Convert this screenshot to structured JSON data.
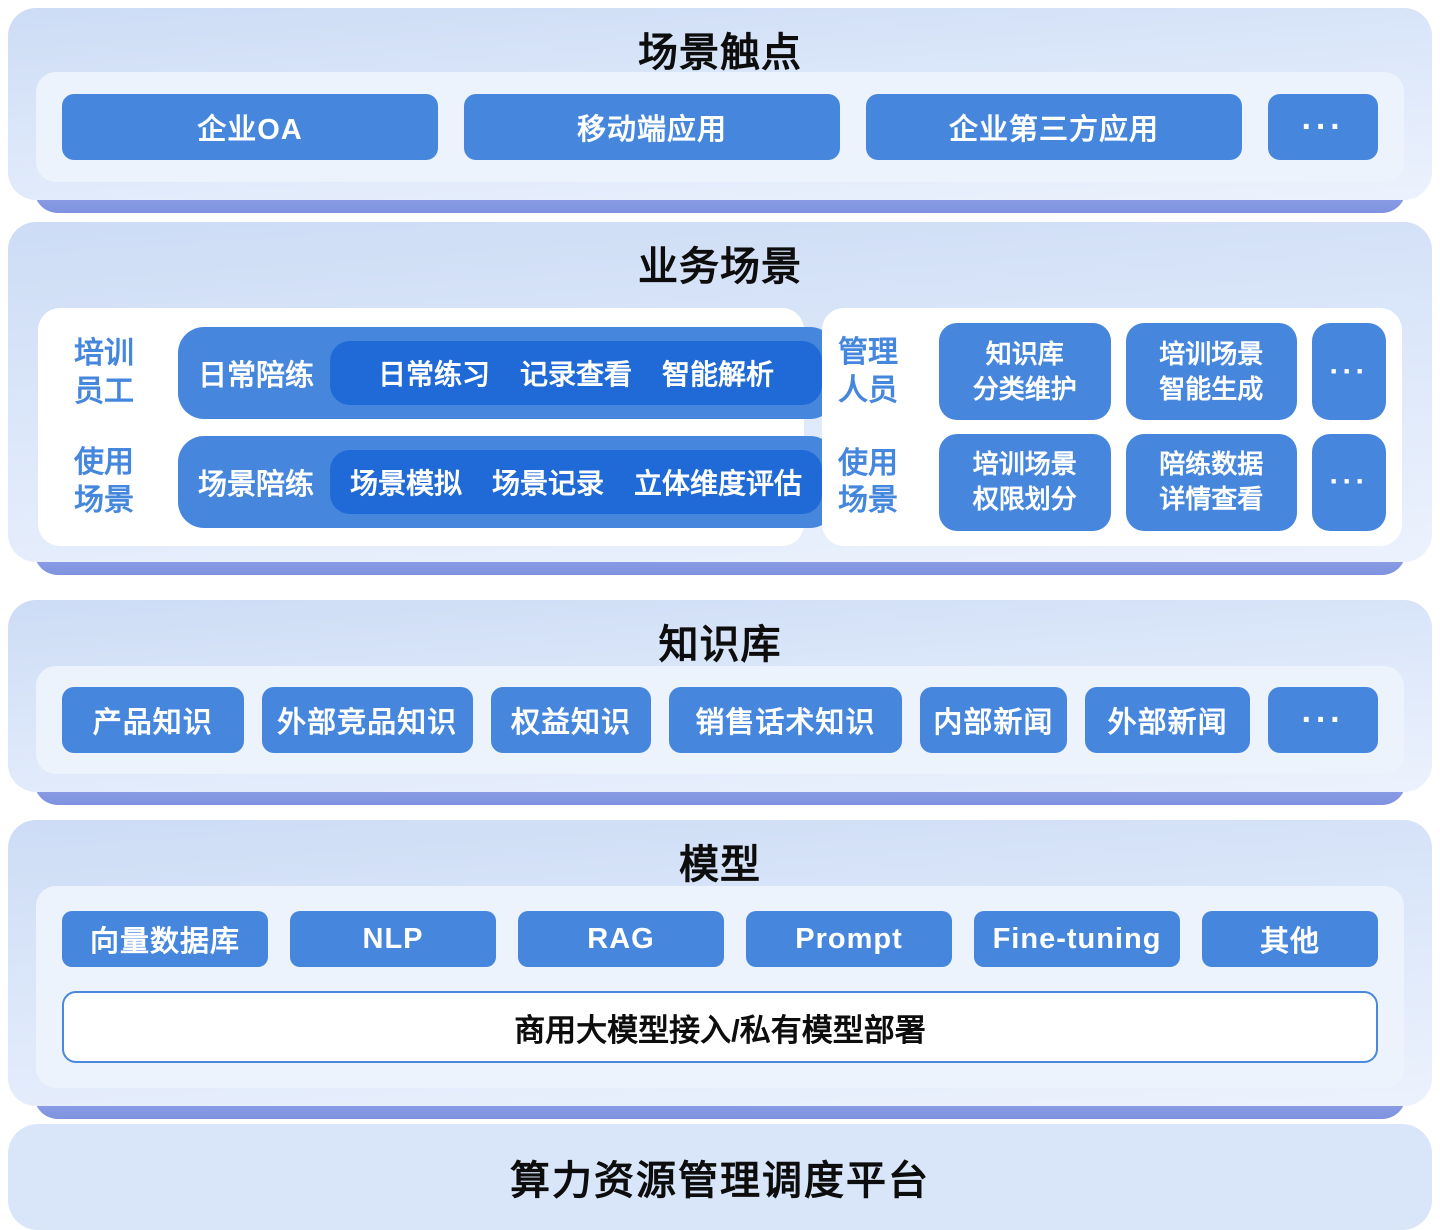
{
  "colors": {
    "accent_blue": "#4687dd",
    "deep_pill_blue": "#1f6ad6",
    "label_blue": "#4687de",
    "inner_panel": "#edf3fd",
    "layer_gradient_top": "#cddcf5",
    "layer_gradient_bottom": "#ecf2fd",
    "layer_shadow": "#7e92df",
    "bottom_bar_bg": "#d9e6fa",
    "title_text": "#0d0d0d",
    "button_text": "#ffffff"
  },
  "layers": {
    "touchpoints": {
      "title": "场景触点",
      "items": [
        "企业OA",
        "移动端应用",
        "企业第三方应用"
      ],
      "more": "···"
    },
    "business": {
      "title": "业务场景",
      "left_card": {
        "rows": [
          {
            "label": [
              "培训",
              "员工"
            ],
            "pill": "日常陪练",
            "items": [
              "日常练习",
              "记录查看",
              "智能解析"
            ]
          },
          {
            "label": [
              "使用",
              "场景"
            ],
            "pill": "场景陪练",
            "items": [
              "场景模拟",
              "场景记录",
              "立体维度评估"
            ]
          }
        ]
      },
      "right_card": {
        "rows": [
          {
            "label": [
              "管理",
              "人员"
            ],
            "buttons": [
              [
                "知识库",
                "分类维护"
              ],
              [
                "培训场景",
                "智能生成"
              ]
            ],
            "more": "···"
          },
          {
            "label": [
              "使用",
              "场景"
            ],
            "buttons": [
              [
                "培训场景",
                "权限划分"
              ],
              [
                "陪练数据",
                "详情查看"
              ]
            ],
            "more": "···"
          }
        ]
      }
    },
    "knowledge": {
      "title": "知识库",
      "items": [
        "产品知识",
        "外部竞品知识",
        "权益知识",
        "销售话术知识",
        "内部新闻",
        "外部新闻"
      ],
      "more": "···"
    },
    "model": {
      "title": "模型",
      "items": [
        "向量数据库",
        "NLP",
        "RAG",
        "Prompt",
        "Fine-tuning",
        "其他"
      ],
      "bar": "商用大模型接入/私有模型部署"
    },
    "platform": {
      "title": "算力资源管理调度平台"
    }
  }
}
